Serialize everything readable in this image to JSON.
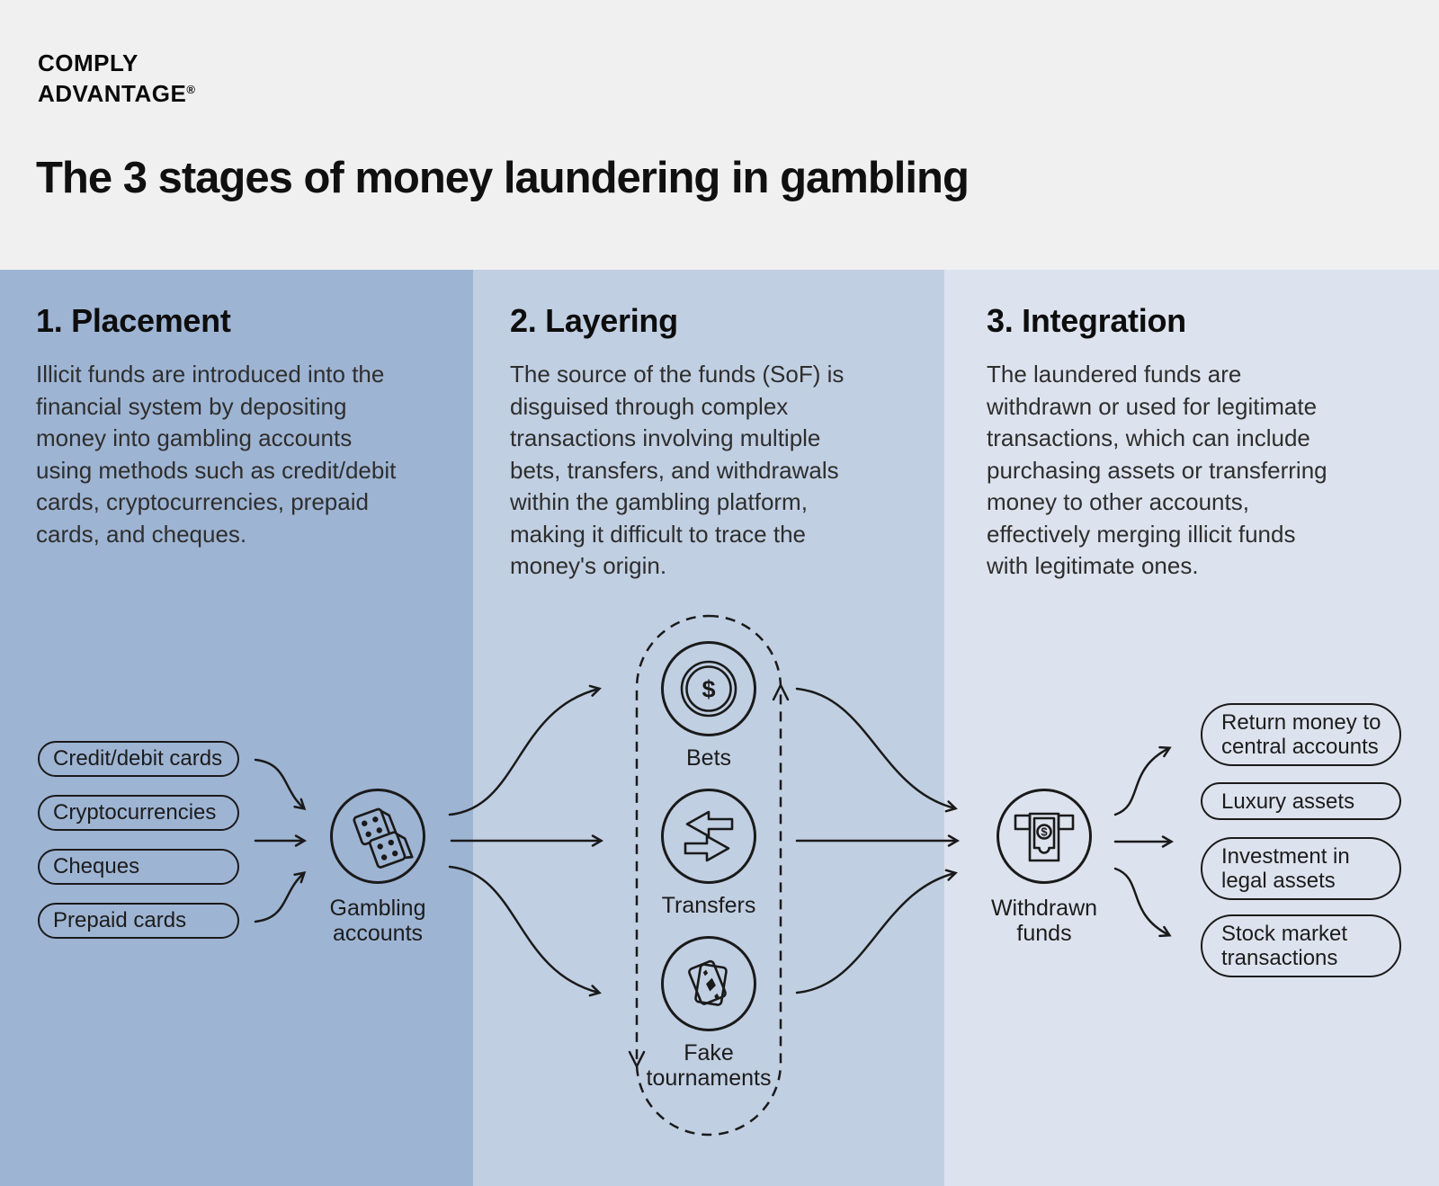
{
  "brand": {
    "name_line1": "COMPLY",
    "name_line2": "ADVANTAGE",
    "registered_mark": "®"
  },
  "page_title": "The 3 stages of money laundering in gambling",
  "stages": {
    "placement": {
      "heading": "1. Placement",
      "description": "Illicit funds are introduced into the\nfinancial system by depositing\nmoney into gambling accounts\nusing methods such as credit/debit\ncards, cryptocurrencies, prepaid\ncards, and cheques.",
      "panel_color": "#9eb4d3"
    },
    "layering": {
      "heading": "2. Layering",
      "description": "The source of the funds (SoF) is\ndisguised through complex\ntransactions involving multiple\nbets, transfers, and withdrawals\nwithin the gambling platform,\nmaking it difficult to trace the\nmoney's origin.",
      "panel_color": "#c1cfe2"
    },
    "integration": {
      "heading": "3. Integration",
      "description": "The laundered funds are\nwithdrawn or used for legitimate\ntransactions, which can include\npurchasing assets or transferring\nmoney to other accounts,\neffectively merging illicit funds\nwith legitimate ones.",
      "panel_color": "#dde3ee"
    }
  },
  "diagram": {
    "deposit_methods": [
      "Credit/debit cards",
      "Cryptocurrencies",
      "Cheques",
      "Prepaid cards"
    ],
    "gambling_accounts": {
      "label": "Gambling\naccounts",
      "icon": "dice-icon"
    },
    "layering_loop": {
      "nodes": [
        {
          "label": "Bets",
          "icon": "coin-icon"
        },
        {
          "label": "Transfers",
          "icon": "transfer-arrows-icon"
        },
        {
          "label": "Fake\ntournaments",
          "icon": "playing-cards-icon"
        }
      ]
    },
    "withdrawn_funds": {
      "label": "Withdrawn\nfunds",
      "icon": "atm-cash-icon"
    },
    "integration_outcomes": [
      "Return money to\ncentral accounts",
      "Luxury assets",
      "Investment in\nlegal assets",
      "Stock market\ntransactions"
    ]
  },
  "colors": {
    "header_background": "#f0f0f0",
    "placement_panel": "#9eb4d3",
    "layering_panel": "#c1cfe2",
    "integration_panel": "#dde3ee",
    "line_color": "#1a1a1a"
  }
}
